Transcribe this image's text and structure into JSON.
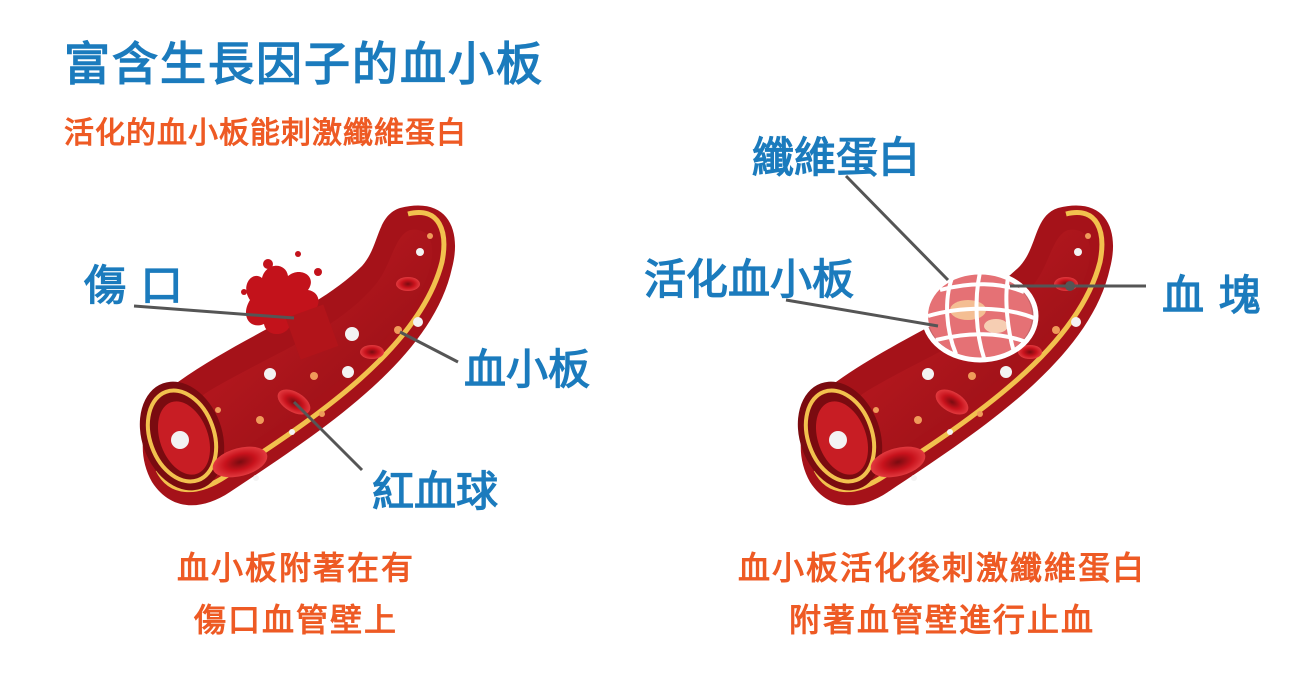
{
  "header": {
    "title": "富含生長因子的血小板",
    "subtitle": "活化的血小板能刺激纖維蛋白"
  },
  "left_panel": {
    "labels": {
      "wound": "傷 口",
      "platelet": "血小板",
      "red_blood_cell": "紅血球"
    },
    "caption_lines": [
      "血小板附著在有",
      "傷口血管壁上"
    ]
  },
  "right_panel": {
    "labels": {
      "fibrin": "纖維蛋白",
      "activated_platelet": "活化血小板",
      "clot": "血 塊"
    },
    "caption_lines": [
      "血小板活化後刺激纖維蛋白",
      "附著血管壁進行止血"
    ]
  },
  "colors": {
    "title_blue": "#1b7bbd",
    "accent_orange": "#ee5a24",
    "vessel_red": "#b3141c",
    "vessel_dark": "#7a0b10",
    "vessel_wall": "#f2c14e"
  }
}
